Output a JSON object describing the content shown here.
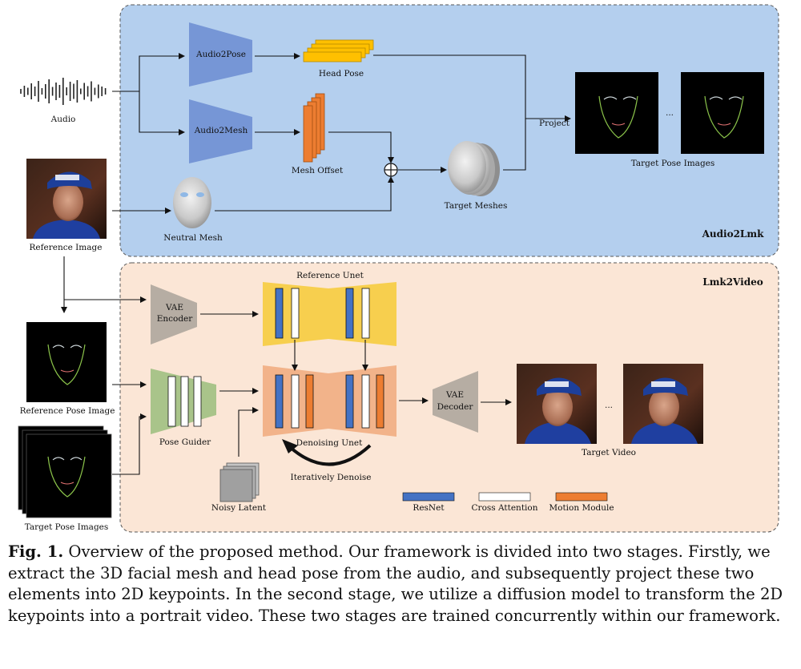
{
  "stage1": {
    "title": "Audio2Lmk",
    "audio_label": "Audio",
    "reference_image_label": "Reference Image",
    "audio2pose_label": "Audio2Pose",
    "audio2mesh_label": "Audio2Mesh",
    "head_pose_label": "Head Pose",
    "mesh_offset_label": "Mesh Offset",
    "neutral_mesh_label": "Neutral Mesh",
    "target_meshes_label": "Target Meshes",
    "project_label": "Project",
    "target_pose_images_label": "Target Pose Images",
    "ellipsis": "..."
  },
  "stage2": {
    "title": "Lmk2Video",
    "reference_unet_label": "Reference Unet",
    "vae_encoder_label": "VAE Encoder",
    "vae_encoder_line1": "VAE",
    "vae_encoder_line2": "Encoder",
    "vae_decoder_line1": "VAE",
    "vae_decoder_line2": "Decoder",
    "reference_pose_image_label": "Reference Pose Image",
    "target_pose_images_label": "Target Pose Images",
    "pose_guider_label": "Pose Guider",
    "denoising_unet_label": "Denoising Unet",
    "iteratively_denoise_label": "Iteratively Denoise",
    "noisy_latent_label": "Noisy Latent",
    "target_video_label": "Target Video",
    "ellipsis": "..."
  },
  "legend": [
    {
      "label": "ResNet",
      "color": "#4472c4"
    },
    {
      "label": "Cross Attention",
      "color": "#ffffff"
    },
    {
      "label": "Motion Module",
      "color": "#ed7d31"
    }
  ],
  "colors": {
    "stage1_bg": "#b4cfee",
    "stage2_bg": "#fbe6d6",
    "audio2x_block": "#7696d6",
    "head_pose_block": "#ffc000",
    "mesh_offset_block": "#ed7d31",
    "vae_block": "#b6ada3",
    "pose_guider_block": "#a9c48a",
    "reference_unet": "#f7cf4e",
    "denoising_unet": "#f2b38a",
    "pose_line": "#8bc34a"
  },
  "caption": {
    "fig_label": "Fig. 1.",
    "text": "Overview of the proposed method. Our framework is divided into two stages. Firstly, we extract the 3D facial mesh and head pose from the audio, and subsequently project these two elements into 2D keypoints. In the second stage, we utilize a diffusion model to transform the 2D keypoints into a portrait video. These two stages are trained concurrently within our framework."
  }
}
